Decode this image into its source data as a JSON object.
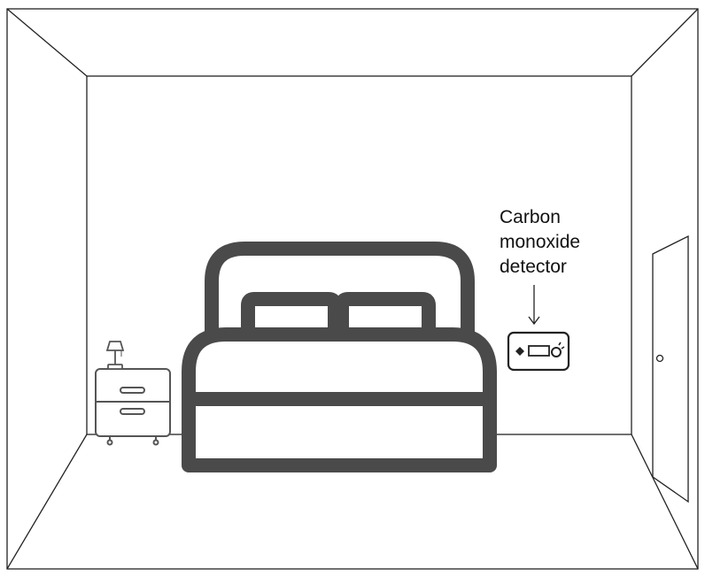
{
  "label": {
    "line1": "Carbon",
    "line2": "monoxide",
    "line3": "detector"
  },
  "colors": {
    "outline": "#222222",
    "bed": "#4a4a4a",
    "background": "#ffffff"
  },
  "icons": [
    "bed-icon",
    "nightstand-icon",
    "lamp-icon",
    "detector-icon",
    "door-icon",
    "arrow-down-icon"
  ]
}
